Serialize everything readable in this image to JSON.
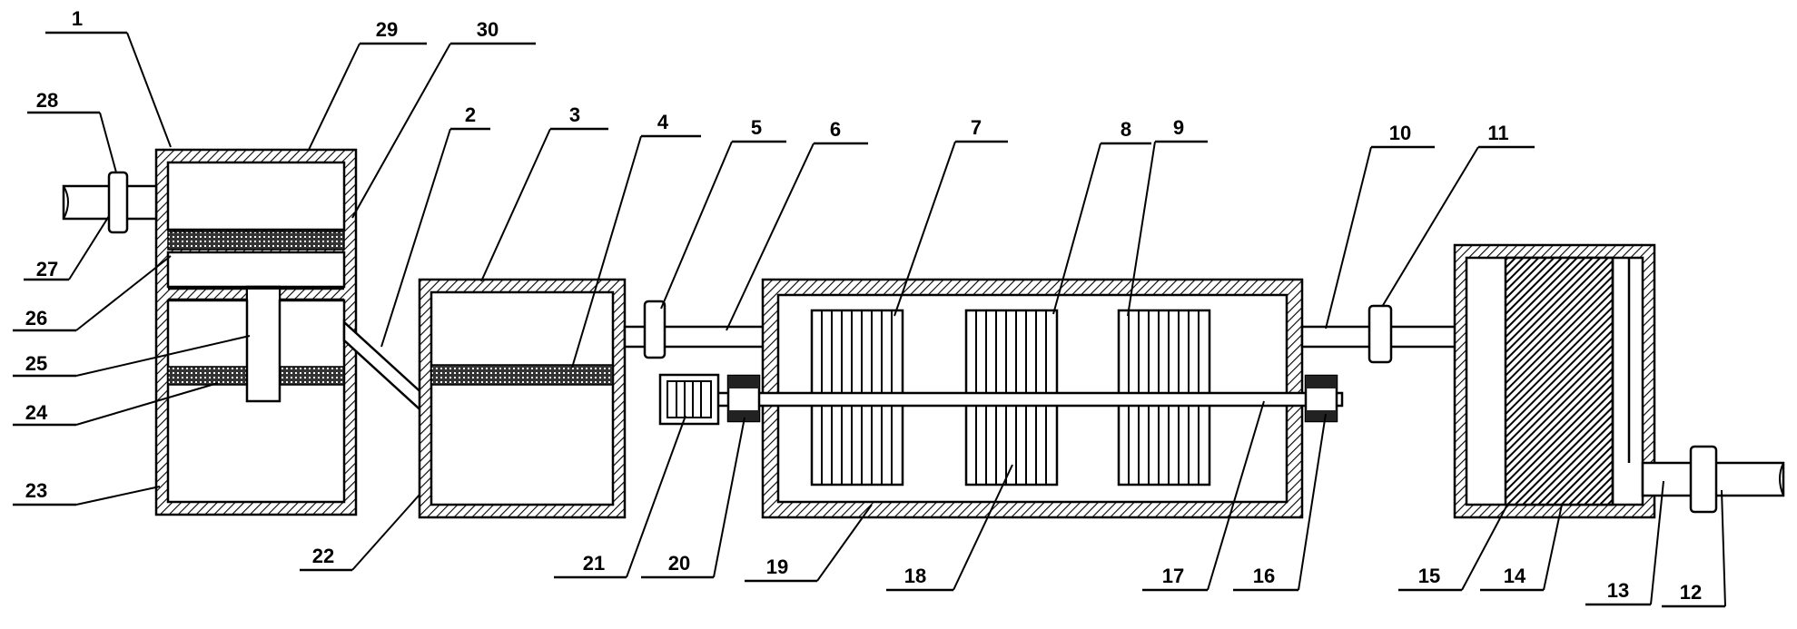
{
  "labels": [
    {
      "id": "1",
      "text": "1"
    },
    {
      "id": "2",
      "text": "2"
    },
    {
      "id": "3",
      "text": "3"
    },
    {
      "id": "4",
      "text": "4"
    },
    {
      "id": "5",
      "text": "5"
    },
    {
      "id": "6",
      "text": "6"
    },
    {
      "id": "7",
      "text": "7"
    },
    {
      "id": "8",
      "text": "8"
    },
    {
      "id": "9",
      "text": "9"
    },
    {
      "id": "10",
      "text": "10"
    },
    {
      "id": "11",
      "text": "11"
    },
    {
      "id": "12",
      "text": "12"
    },
    {
      "id": "13",
      "text": "13"
    },
    {
      "id": "14",
      "text": "14"
    },
    {
      "id": "15",
      "text": "15"
    },
    {
      "id": "16",
      "text": "16"
    },
    {
      "id": "17",
      "text": "17"
    },
    {
      "id": "18",
      "text": "18"
    },
    {
      "id": "19",
      "text": "19"
    },
    {
      "id": "20",
      "text": "20"
    },
    {
      "id": "21",
      "text": "21"
    },
    {
      "id": "22",
      "text": "22"
    },
    {
      "id": "23",
      "text": "23"
    },
    {
      "id": "24",
      "text": "24"
    },
    {
      "id": "25",
      "text": "25"
    },
    {
      "id": "26",
      "text": "26"
    },
    {
      "id": "27",
      "text": "27"
    },
    {
      "id": "28",
      "text": "28"
    },
    {
      "id": "29",
      "text": "29"
    },
    {
      "id": "30",
      "text": "30"
    }
  ],
  "colors": {
    "line": "#000000",
    "background": "#ffffff"
  }
}
